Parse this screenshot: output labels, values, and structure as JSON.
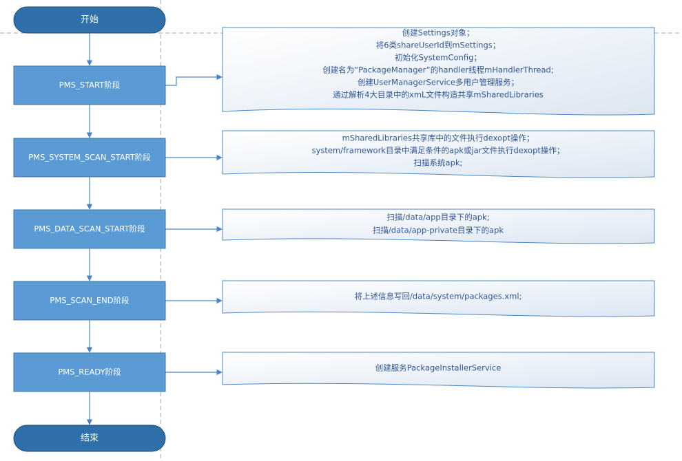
{
  "colors": {
    "terminal_fill": "#2f6faa",
    "stage_fill": "#5b9bd5",
    "stage_stroke": "#41719c",
    "connector": "#4a86c5",
    "note_stroke": "#4a86c5",
    "note_text": "#2f5597",
    "divider": "#a6a6a6"
  },
  "flow": {
    "start_label": "开始",
    "end_label": "结束",
    "stages": [
      {
        "label": "PMS_START阶段",
        "notes": [
          "创建Settings对象；",
          "将6类shareUserId到mSettings；",
          "初始化SystemConfig；",
          "创建名为“PackageManager”的handler线程mHandlerThread;",
          "创建UserManagerService多用户管理服务；",
          "通过解析4大目录中的xmL文件构造共享mSharedLibraries"
        ]
      },
      {
        "label": "PMS_SYSTEM_SCAN_START阶段",
        "notes": [
          "mSharedLibraries共享库中的文件执行dexopt操作；",
          "system/framework目录中满足条件的apk或jar文件执行dexopt操作；",
          "扫描系统apk;"
        ]
      },
      {
        "label": "PMS_DATA_SCAN_START阶段",
        "notes": [
          "扫描/data/app目录下的apk;",
          "扫描/data/app-private目录下的apk"
        ]
      },
      {
        "label": "PMS_SCAN_END阶段",
        "notes": [
          "将上述信息写回/data/system/packages.xml;"
        ]
      },
      {
        "label": "PMS_READY阶段",
        "notes": [
          "创建服务PackageInstallerService"
        ]
      }
    ]
  }
}
